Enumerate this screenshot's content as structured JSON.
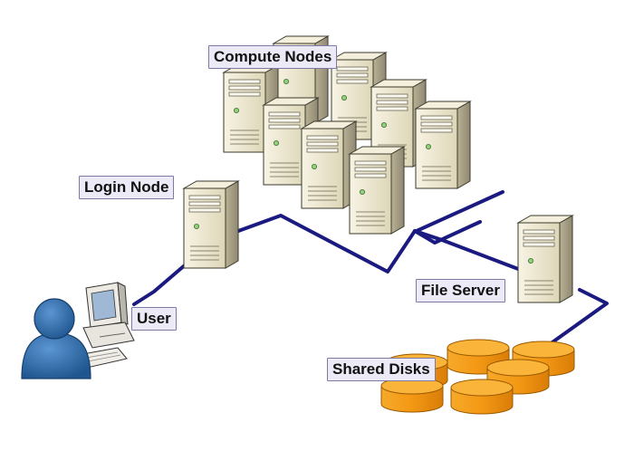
{
  "labels": {
    "compute_nodes": "Compute Nodes",
    "login_node": "Login Node",
    "file_server": "File Server",
    "user": "User",
    "shared_disks": "Shared Disks"
  },
  "colors": {
    "network_line": "#1a1a80",
    "server_body": "#ece6cf",
    "disk": "#f5a020",
    "user_figure": "#2b68a8",
    "label_bg": "#eceaf6",
    "label_border": "#7d7aa6"
  },
  "icons": [
    "server-icon",
    "disk-icon",
    "user-icon",
    "workstation-icon"
  ]
}
